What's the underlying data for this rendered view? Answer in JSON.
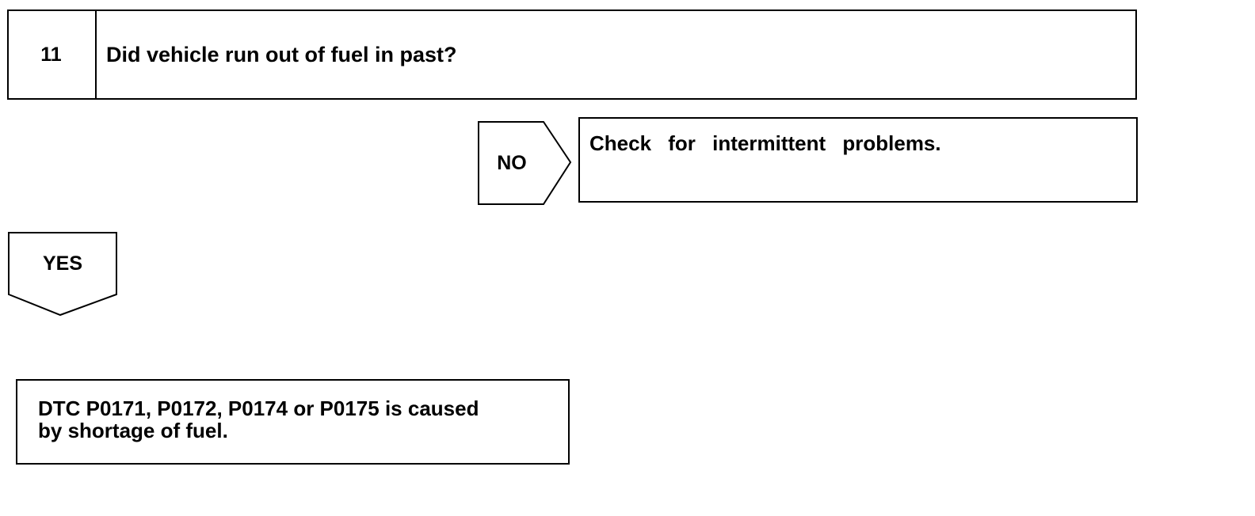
{
  "step": {
    "number": "11",
    "question": "Did vehicle run out of fuel in past?"
  },
  "no_branch": {
    "label": "NO",
    "result": "Check for intermittent problems."
  },
  "yes_branch": {
    "label": "YES"
  },
  "conclusion": {
    "lines": [
      "DTC P0171, P0172, P0174 or P0175 is caused",
      "by shortage of fuel."
    ]
  }
}
